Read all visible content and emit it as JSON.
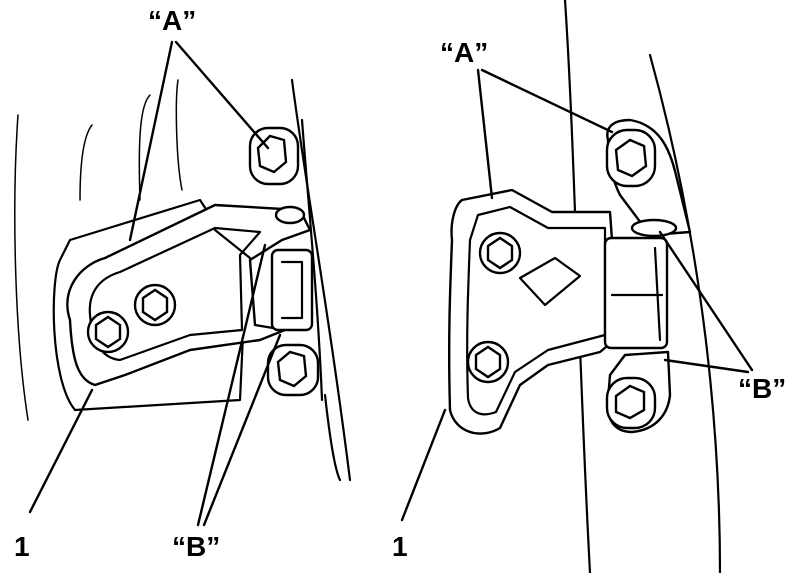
{
  "labels": {
    "left_a": "“A”",
    "left_b": "“B”",
    "left_part": "1",
    "right_a": "“A”",
    "right_b": "“B”",
    "right_part": "1"
  }
}
